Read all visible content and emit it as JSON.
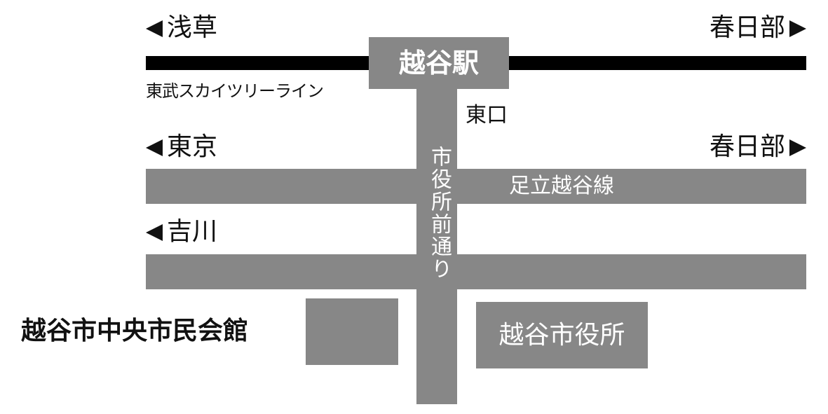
{
  "rail": {
    "left_label": "浅草",
    "right_label": "春日部",
    "line_name": "東武スカイツリーライン"
  },
  "station": {
    "name": "越谷駅",
    "exit_label": "東口"
  },
  "road1": {
    "left_label": "東京",
    "right_label": "春日部",
    "name": "足立越谷線"
  },
  "road2": {
    "left_label": "吉川"
  },
  "vertical_road": {
    "name": "市役所前通り"
  },
  "buildings": {
    "hall_label": "越谷市中央市民会館",
    "city_hall_label": "越谷市役所"
  },
  "colors": {
    "road": "#878787",
    "rail": "#000000",
    "text": "#111111",
    "road_text": "#ffffff"
  }
}
